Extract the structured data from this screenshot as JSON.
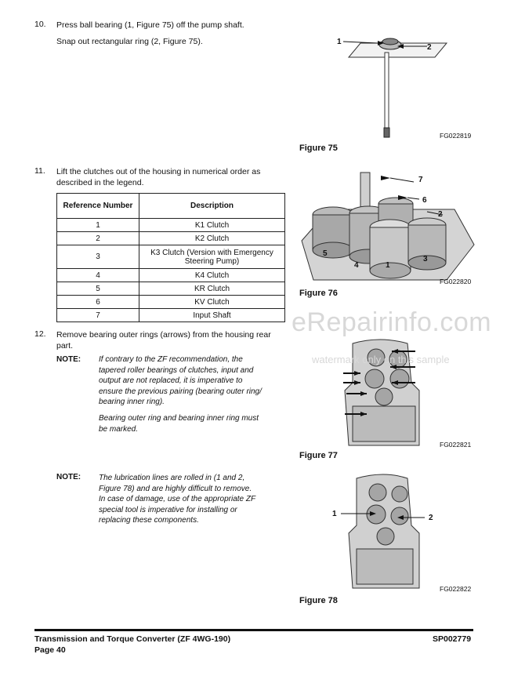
{
  "steps": [
    {
      "num": "10.",
      "lines": [
        "Press ball bearing (1, Figure 75) off the pump shaft.",
        "Snap out rectangular ring (2, Figure 75)."
      ]
    },
    {
      "num": "11.",
      "lines": [
        "Lift the clutches out of the housing in numerical order as",
        "described in the legend."
      ]
    },
    {
      "num": "12.",
      "lines": [
        "Remove bearing outer rings (arrows) from the housing rear",
        "part."
      ]
    }
  ],
  "table": {
    "headers": [
      "Reference Number",
      "Description"
    ],
    "rows": [
      [
        "1",
        "K1 Clutch"
      ],
      [
        "2",
        "K2 Clutch"
      ],
      [
        "3",
        "K3 Clutch (Version with Emergency Steering Pump)"
      ],
      [
        "4",
        "K4 Clutch"
      ],
      [
        "5",
        "KR Clutch"
      ],
      [
        "6",
        "KV Clutch"
      ],
      [
        "7",
        "Input Shaft"
      ]
    ]
  },
  "notes": [
    {
      "label": "NOTE:",
      "paragraphs": [
        [
          "If contrary to the ZF recommendation, the",
          "tapered roller bearings of clutches, input and",
          "output are not replaced, it is imperative to",
          "ensure the previous pairing (bearing outer ring/",
          "bearing inner ring)."
        ],
        [
          "Bearing outer ring and bearing inner ring must",
          "be marked."
        ]
      ]
    },
    {
      "label": "NOTE:",
      "paragraphs": [
        [
          "The lubrication lines are rolled in (1 and 2,",
          "Figure 78) and are highly difficult to remove.",
          "In case of damage, use of the appropriate ZF",
          "special tool is imperative for installing or",
          "replacing these components."
        ]
      ]
    }
  ],
  "figures": [
    {
      "caption": "Figure 75",
      "code": "FG022819",
      "callouts": [
        "1",
        "2"
      ]
    },
    {
      "caption": "Figure 76",
      "code": "FG022820",
      "callouts": [
        "7",
        "6",
        "2",
        "5",
        "4",
        "1",
        "3"
      ]
    },
    {
      "caption": "Figure 77",
      "code": "FG022821"
    },
    {
      "caption": "Figure 78",
      "code": "FG022822",
      "callouts": [
        "1",
        "2"
      ]
    }
  ],
  "watermark": {
    "main": "eRepairinfo.com",
    "sub": "watermark only on this sample"
  },
  "footer": {
    "title": "Transmission and Torque Converter (ZF 4WG-190)",
    "page": "Page 40",
    "doc_id": "SP002779"
  }
}
